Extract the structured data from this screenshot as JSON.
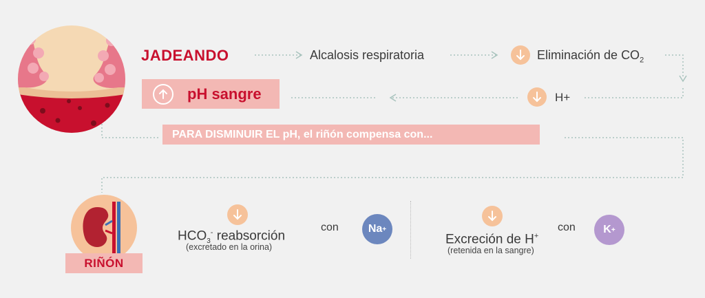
{
  "colors": {
    "accent_red": "#c8102e",
    "salmon": "#f3b8b4",
    "peach": "#f6c29a",
    "na_blue": "#6c87be",
    "k_purple": "#b498cf",
    "text": "#3a3a3a"
  },
  "top": {
    "jadeando": "JADEANDO",
    "alcalosis": "Alcalosis respiratoria",
    "eliminacion": "Eliminación de CO",
    "eliminacion_sub": "2",
    "h_plus": "H+",
    "ph_sangre": "pH sangre"
  },
  "banner": {
    "text": "PARA DISMINUIR EL pH, el riñón compensa con..."
  },
  "kidney": {
    "label": "RIÑÓN"
  },
  "left": {
    "hco_main": "HCO",
    "hco_sub": "3",
    "hco_sup": "-",
    "reabsorcion": " reabsorción",
    "note": "(excretado en la orina)",
    "con": "con",
    "ion": "Na",
    "ion_sup": "+"
  },
  "right": {
    "excrecion": "Excreción de H",
    "excrecion_sup": "+",
    "note": "(retenida en la sangre)",
    "con": "con",
    "ion": "K",
    "ion_sup": "+"
  },
  "icons": {
    "up": "arrow-up-icon",
    "down": "arrow-down-icon"
  }
}
